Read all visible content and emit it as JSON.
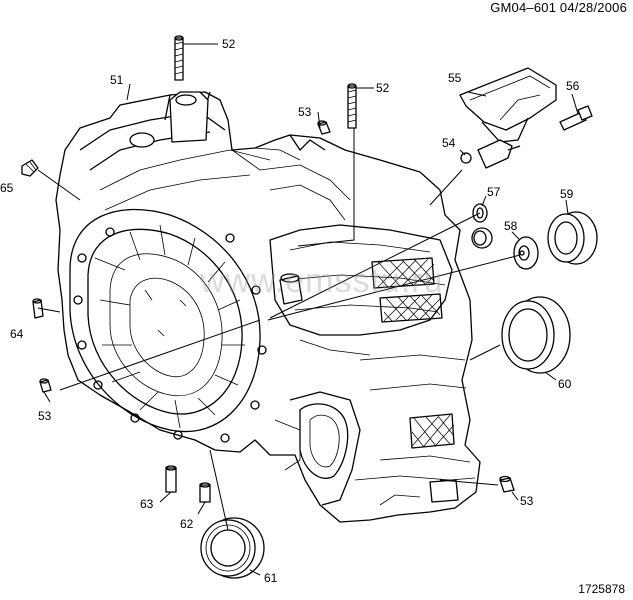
{
  "header": {
    "title": "GM04–601  04/28/2006"
  },
  "footer": {
    "figure_number": "1725878"
  },
  "watermark": {
    "text": "www.emsstu.ru"
  },
  "callouts": [
    {
      "id": "c51a",
      "text": "51"
    },
    {
      "id": "c52a",
      "text": "52"
    },
    {
      "id": "c52b",
      "text": "52"
    },
    {
      "id": "c53a",
      "text": "53"
    },
    {
      "id": "c53b",
      "text": "53"
    },
    {
      "id": "c53c",
      "text": "53"
    },
    {
      "id": "c54",
      "text": "54"
    },
    {
      "id": "c55",
      "text": "55"
    },
    {
      "id": "c56",
      "text": "56"
    },
    {
      "id": "c57",
      "text": "57"
    },
    {
      "id": "c58",
      "text": "58"
    },
    {
      "id": "c59",
      "text": "59"
    },
    {
      "id": "c60",
      "text": "60"
    },
    {
      "id": "c61",
      "text": "61"
    },
    {
      "id": "c62",
      "text": "62"
    },
    {
      "id": "c63",
      "text": "63"
    },
    {
      "id": "c64",
      "text": "64"
    },
    {
      "id": "c65",
      "text": "65"
    }
  ]
}
